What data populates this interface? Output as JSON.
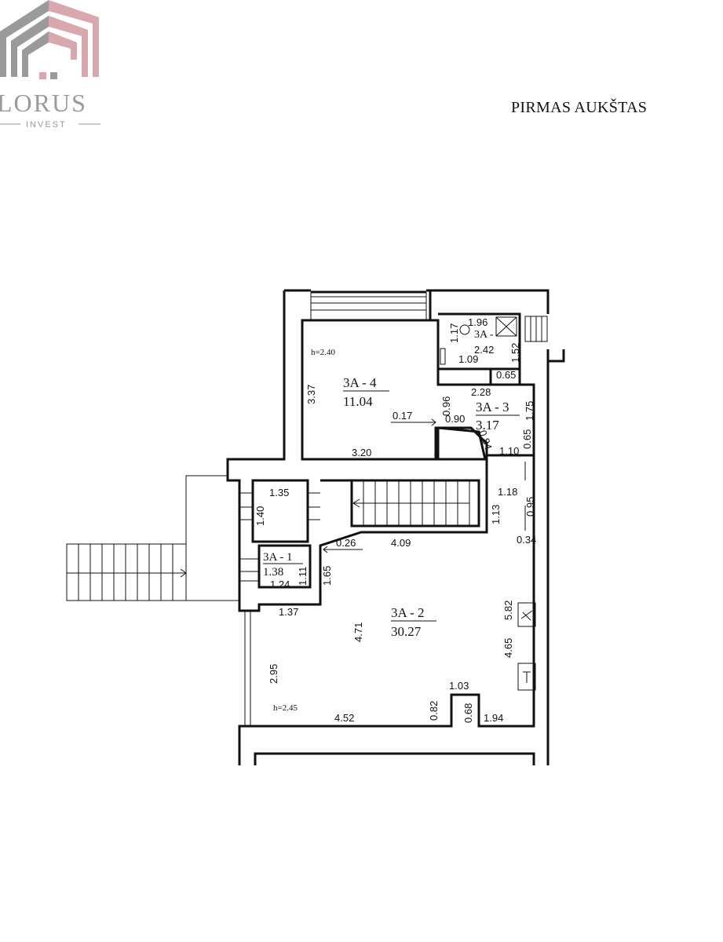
{
  "logo": {
    "brand": "LORUS",
    "sub": "INVEST",
    "colors": {
      "gray": "#9a9a9a",
      "rose": "#d8a8ae"
    }
  },
  "title": "PIRMAS AUKŠTAS",
  "rooms": {
    "r4": {
      "id": "3A - 4",
      "area": "11.04",
      "height": "h=2.40"
    },
    "r3": {
      "id": "3A - 3",
      "area": "3.17"
    },
    "r5": {
      "id": "3A -"
    },
    "r1": {
      "id": "3A - 1",
      "area": "1.38"
    },
    "r2": {
      "id": "3A - 2",
      "area": "30.27",
      "height": "h=2.45"
    }
  },
  "dims": {
    "d_337": "3.37",
    "d_320": "3.20",
    "d_017": "0.17",
    "d_096": "0.96",
    "d_090": "0.90",
    "d_228": "2.28",
    "d_175": "1.75",
    "d_065": "0.65",
    "d_084": "0.84",
    "d_110": "1.10",
    "d_196": "1.96",
    "d_117": "1.17",
    "d_242": "2.42",
    "d_152": "1.52",
    "d_109": "1.09",
    "d_065b": "0.65",
    "d_135": "1.35",
    "d_140": "1.40",
    "d_118": "1.18",
    "d_095": "0.95",
    "d_113": "1.13",
    "d_034": "0.34",
    "d_026": "0.26",
    "d_409": "4.09",
    "d_165": "1.65",
    "d_111": "1.11",
    "d_124": "1.24",
    "d_137": "1.37",
    "d_471": "4.71",
    "d_582": "5.82",
    "d_465": "4.65",
    "d_295": "2.95",
    "d_452": "4.52",
    "d_082": "0.82",
    "d_103": "1.03",
    "d_068": "0.68",
    "d_194": "1.94"
  }
}
